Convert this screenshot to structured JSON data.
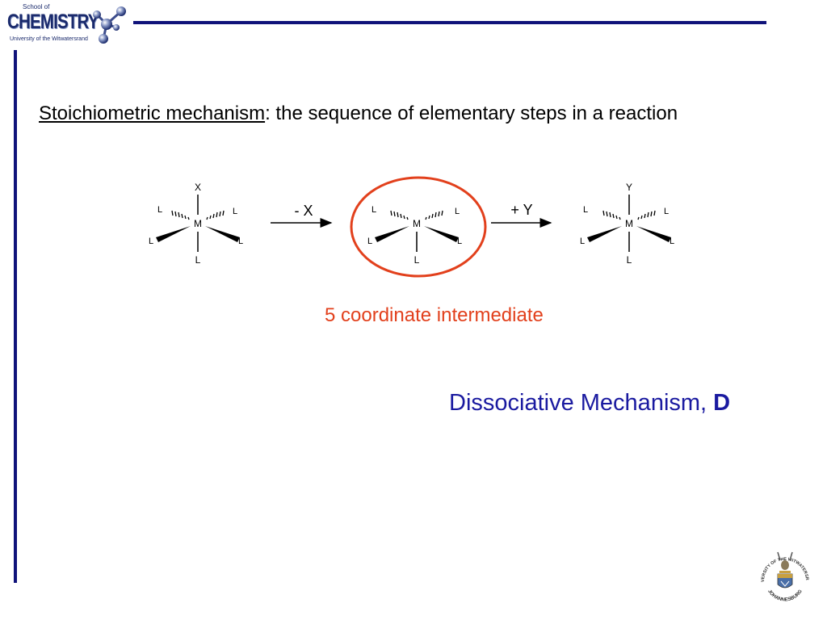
{
  "logo": {
    "school": "School of",
    "name": "CHEMISTRY",
    "university": "University of the Witwatersrand"
  },
  "slide": {
    "term": "Stoichiometric mechanism",
    "definition": ": the sequence of elementary steps in a reaction",
    "caption": "5 coordinate intermediate",
    "mechanism_prefix": "Dissociative Mechanism, ",
    "mechanism_symbol": "D"
  },
  "scheme": {
    "reactant": {
      "metal": "M",
      "top": "X",
      "ligand": "L"
    },
    "step1": "- X",
    "intermediate": {
      "metal": "M",
      "ligand": "L"
    },
    "step2": "+ Y",
    "product": {
      "metal": "M",
      "top": "Y",
      "ligand": "L"
    }
  },
  "seal": {
    "top_text": "UNIVERSITY OF THE WITWATERSRAND",
    "bottom_text": "JOHANNESBURG"
  },
  "colors": {
    "brand_blue": "#10137a",
    "highlight_red": "#e2401c",
    "mechanism_blue": "#1a1aa0"
  }
}
